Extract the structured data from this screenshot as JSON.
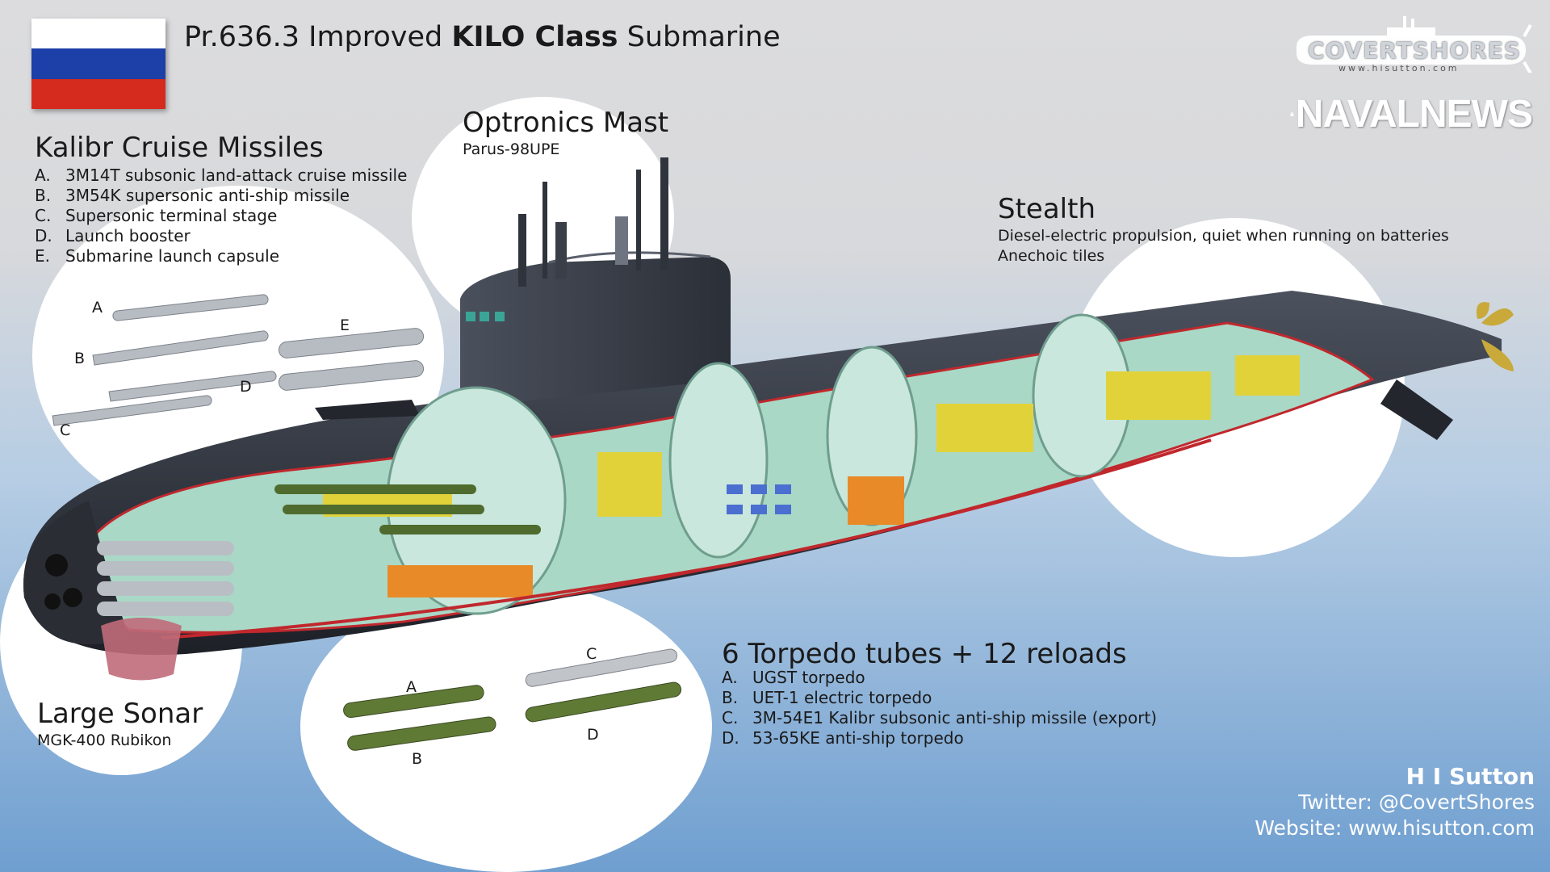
{
  "header": {
    "title_pre": "Pr.636.3 Improved ",
    "title_bold": "KILO Class",
    "title_post": " Submarine"
  },
  "flag": {
    "colors": [
      "#ffffff",
      "#1c3fa8",
      "#d52b1e"
    ]
  },
  "logos": {
    "covertshores": "COVERTSHORES",
    "covertshores_url": "www.hisutton.com",
    "navalnews": "NAVALNEWS"
  },
  "kalibr": {
    "heading": "Kalibr Cruise Missiles",
    "items": [
      {
        "key": "A.",
        "text": "3M14T subsonic land-attack cruise missile"
      },
      {
        "key": "B.",
        "text": "3M54K supersonic anti-ship missile"
      },
      {
        "key": "C.",
        "text": "Supersonic terminal stage"
      },
      {
        "key": "D.",
        "text": "Launch booster"
      },
      {
        "key": "E.",
        "text": "Submarine launch capsule"
      }
    ],
    "fig_labels": {
      "a": "A",
      "b": "B",
      "c": "C",
      "d": "D",
      "e": "E"
    }
  },
  "optronics": {
    "heading": "Optronics Mast",
    "sub": "Parus-98UPE"
  },
  "stealth": {
    "heading": "Stealth",
    "lines": [
      "Diesel-electric propulsion, quiet when running on batteries",
      "Anechoic tiles"
    ]
  },
  "torpedo": {
    "heading": "6 Torpedo tubes + 12 reloads",
    "items": [
      {
        "key": "A.",
        "text": "UGST torpedo"
      },
      {
        "key": "B.",
        "text": "UET-1 electric torpedo"
      },
      {
        "key": "C.",
        "text": "3M-54E1 Kalibr subsonic anti-ship missile (export)"
      },
      {
        "key": "D.",
        "text": "53-65KE anti-ship torpedo"
      }
    ],
    "fig_labels": {
      "a": "A",
      "b": "B",
      "c": "C",
      "d": "D"
    }
  },
  "sonar": {
    "heading": "Large Sonar",
    "sub": "MGK-400 Rubikon"
  },
  "credits": {
    "name": "H I Sutton",
    "twitter": "Twitter: @CovertShores",
    "website": "Website: www.hisutton.com"
  },
  "colors": {
    "hull": "#2c3039",
    "hull_light": "#454b57",
    "cutaway_edge": "#c0282d",
    "interior_green": "#a9d8c6",
    "equipment_yellow": "#e2d23a"
  }
}
